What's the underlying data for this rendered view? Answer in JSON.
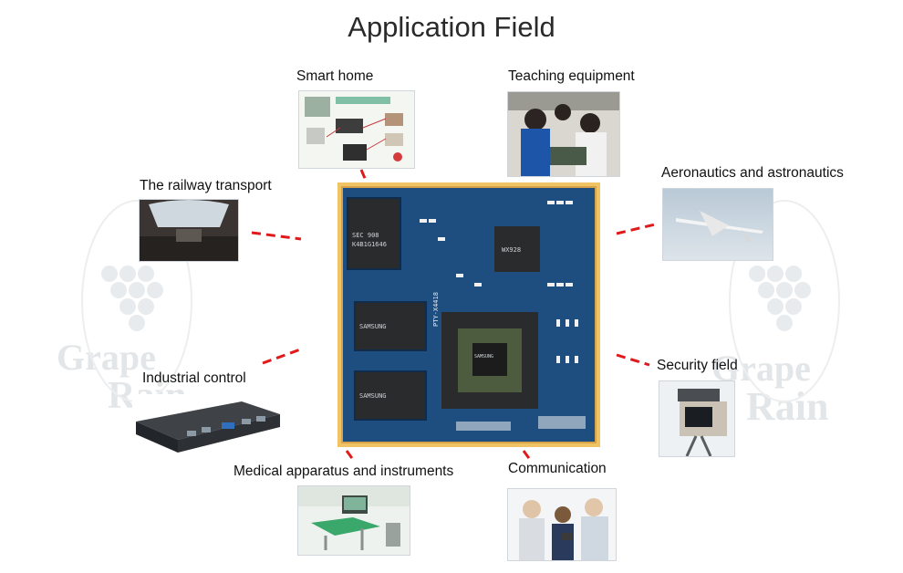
{
  "title": "Application Field",
  "watermark": {
    "word1": "Grape",
    "word2": "Rain"
  },
  "board": {
    "chip_top": "SEC 908\nK4B1G1646",
    "chip_main": "SAMSUNG",
    "chip_side": "WX928",
    "silk_label": "PTY-X4418",
    "colors": {
      "pcb": "#1e4d7f",
      "gold": "#d6a34a",
      "chip": "#202124"
    }
  },
  "fields": [
    {
      "key": "smart_home",
      "label": "Smart home",
      "icon": "smart-home-photo"
    },
    {
      "key": "teaching",
      "label": "Teaching equipment",
      "icon": "classroom-photo"
    },
    {
      "key": "railway",
      "label": "The railway transport",
      "icon": "train-cabin-photo"
    },
    {
      "key": "aero",
      "label": "Aeronautics and astronautics",
      "icon": "drone-photo"
    },
    {
      "key": "industrial",
      "label": "Industrial control",
      "icon": "industrial-pc-photo"
    },
    {
      "key": "security",
      "label": "Security field",
      "icon": "security-camera-photo"
    },
    {
      "key": "medical",
      "label": "Medical apparatus and instruments",
      "icon": "medical-room-photo"
    },
    {
      "key": "communication",
      "label": "Communication",
      "icon": "business-people-photo"
    }
  ],
  "accent": "#e0191b"
}
